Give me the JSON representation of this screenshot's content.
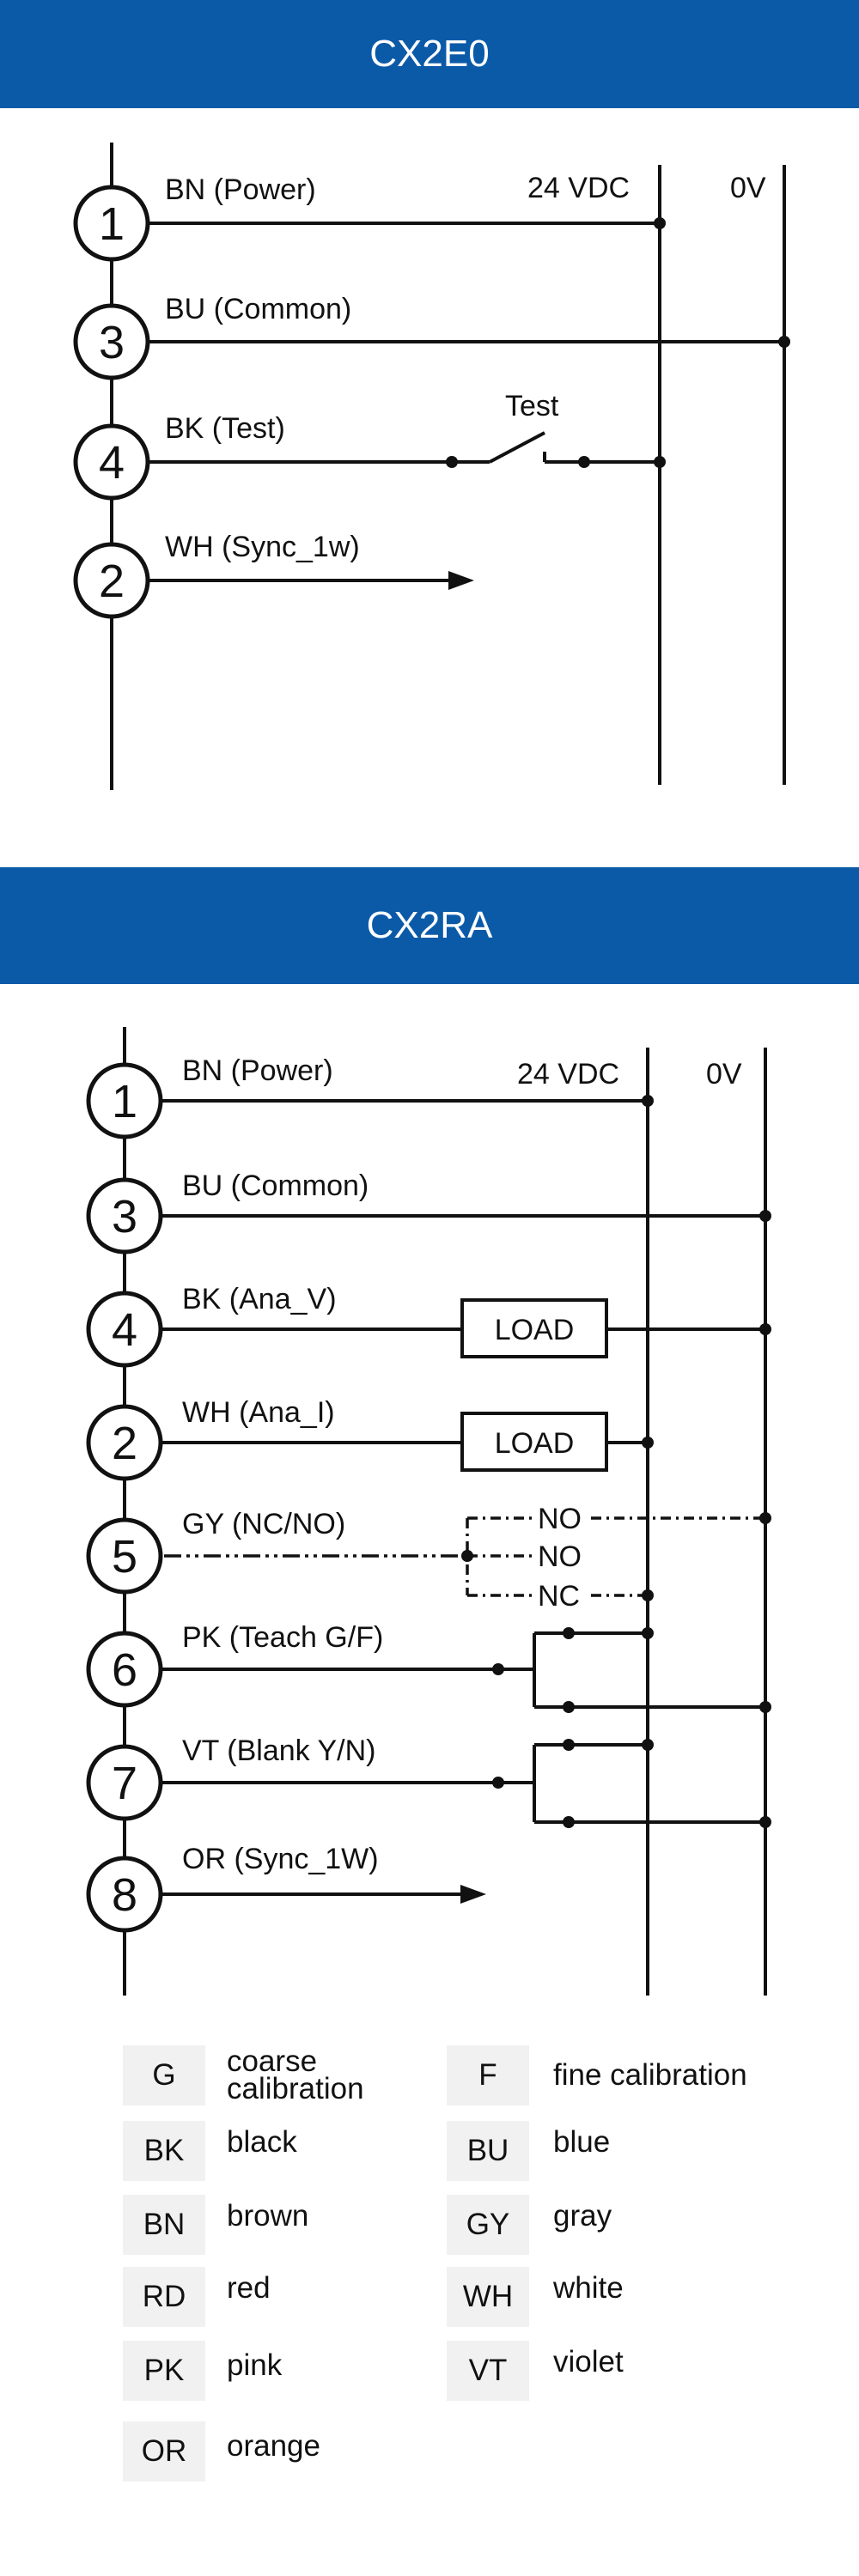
{
  "sections": [
    {
      "title": "CX2E0",
      "rails": {
        "v24": "24 VDC",
        "v0": "0V"
      },
      "pins": [
        {
          "num": "1",
          "label": "BN  (Power)"
        },
        {
          "num": "3",
          "label": "BU  (Common)"
        },
        {
          "num": "4",
          "label": "BK  (Test)"
        },
        {
          "num": "2",
          "label": "WH  (Sync_1w)"
        }
      ],
      "switch_label": "Test"
    },
    {
      "title": "CX2RA",
      "rails": {
        "v24": "24 VDC",
        "v0": "0V"
      },
      "pins": [
        {
          "num": "1",
          "label": "BN  (Power)"
        },
        {
          "num": "3",
          "label": "BU  (Common)"
        },
        {
          "num": "4",
          "label": "BK  (Ana_V)"
        },
        {
          "num": "2",
          "label": "WH  (Ana_I)"
        },
        {
          "num": "5",
          "label": "GY  (NC/NO)"
        },
        {
          "num": "6",
          "label": "PK  (Teach G/F)"
        },
        {
          "num": "7",
          "label": "VT  (Blank Y/N)"
        },
        {
          "num": "8",
          "label": "OR (Sync_1W)"
        }
      ],
      "load_labels": [
        "LOAD",
        "LOAD"
      ],
      "gy_options": [
        "NO",
        "NO",
        "NC"
      ]
    }
  ],
  "legend": [
    {
      "code": "G",
      "desc": "coarse calibration"
    },
    {
      "code": "F",
      "desc": "fine calibration"
    },
    {
      "code": "BK",
      "desc": "black"
    },
    {
      "code": "BU",
      "desc": "blue"
    },
    {
      "code": "BN",
      "desc": "brown"
    },
    {
      "code": "GY",
      "desc": "gray"
    },
    {
      "code": "RD",
      "desc": "red"
    },
    {
      "code": "WH",
      "desc": "white"
    },
    {
      "code": "PK",
      "desc": "pink"
    },
    {
      "code": "VT",
      "desc": "violet"
    },
    {
      "code": "OR",
      "desc": "orange"
    }
  ],
  "colors": {
    "banner": "#0b5aa8",
    "banner_text": "#ffffff",
    "legend_box": "#f1f1f1"
  }
}
